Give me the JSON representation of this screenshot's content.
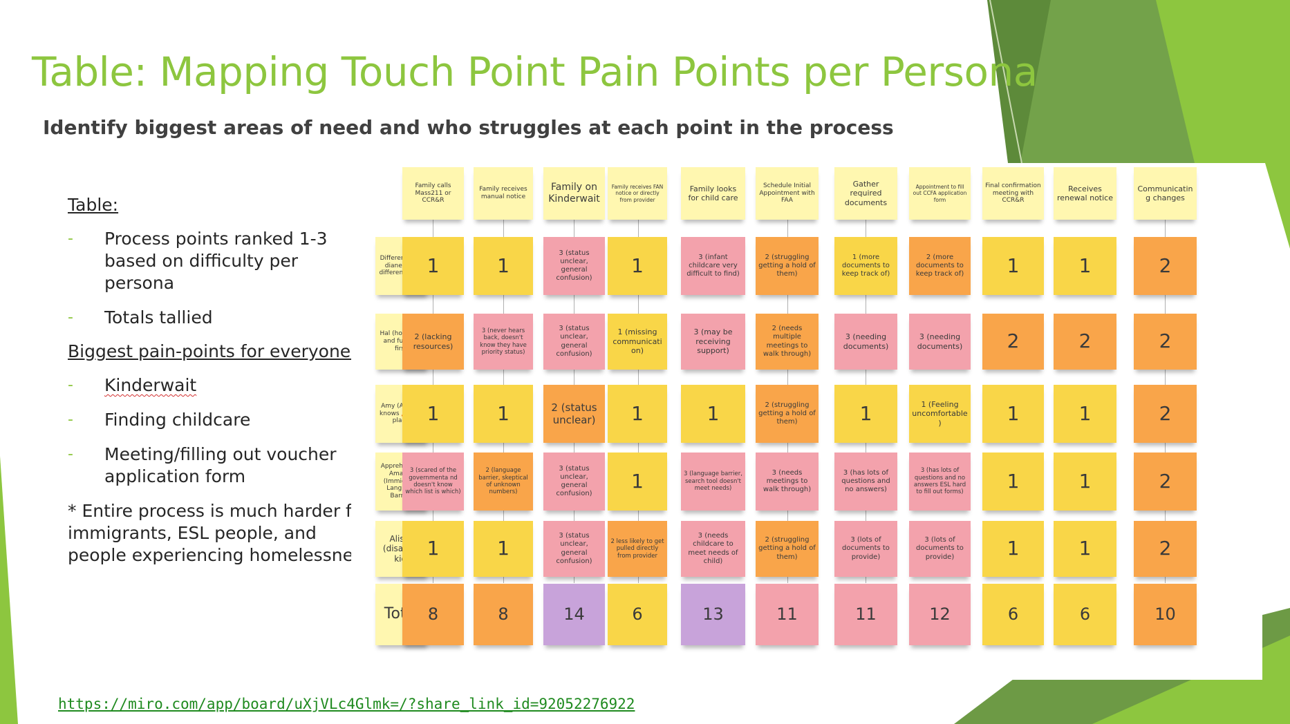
{
  "title": "Table: Mapping Touch Point Pain Points per Persona",
  "subtitle": "Identify biggest areas of need and who struggles at each point in the process",
  "left_panel": {
    "table_heading": "Table:",
    "table_bullets": [
      "Process points ranked 1-3 based on difficulty per persona",
      "Totals tallied"
    ],
    "pain_heading": "Biggest pain-points for everyone:",
    "pain_bullets": [
      "Kinderwait",
      "Finding childcare",
      "Meeting/filling out voucher application form"
    ],
    "note": "* Entire process is much harder for immigrants, ESL people, and people experiencing homelessness"
  },
  "link": "https://miro.com/app/board/uXjVLc4Glmk=/?share_link_id=92052276922",
  "colors": {
    "title_green": "#8dc63f",
    "light_yellow": "#fff7b0",
    "yellow": "#f9d648",
    "orange": "#f9a54a",
    "pink": "#f3a2ac",
    "purple": "#c8a3da",
    "link_green": "#1f8a1f"
  },
  "board": {
    "columns": [
      "Family calls Mass211 or CCR&R",
      "Family receives manual notice",
      "Family on Kinderwait",
      "Family receives FAN notice or directly from provider",
      "Family looks for child care",
      "Schedule Initial Appointment with FAA",
      "Gather required documents",
      "Appointment to fill out CCFA application form",
      "Final confirmation meeting with CCR&R",
      "Receives renewal notice",
      "Communicating changes"
    ],
    "rows": [
      {
        "persona": "Different ages diane (kids different ages)",
        "cells": [
          {
            "text": "1",
            "color": "yellow"
          },
          {
            "text": "1",
            "color": "yellow"
          },
          {
            "text": "3 (status unclear, general confusion)",
            "color": "pink"
          },
          {
            "text": "1",
            "color": "yellow"
          },
          {
            "text": "3 (infant childcare very difficult to find)",
            "color": "pink"
          },
          {
            "text": "2 (struggling getting a hold of them)",
            "color": "orange"
          },
          {
            "text": "1 (more documents to keep track of)",
            "color": "yellow"
          },
          {
            "text": "2 (more documents to keep track of)",
            "color": "orange"
          },
          {
            "text": "1",
            "color": "yellow"
          },
          {
            "text": "1",
            "color": "yellow"
          },
          {
            "text": "2",
            "color": "orange"
          }
        ]
      },
      {
        "persona": "Hal (homeless and funding first)",
        "cells": [
          {
            "text": "2 (lacking resources)",
            "color": "orange"
          },
          {
            "text": "3 (never hears back, doesn't know they have priority status)",
            "color": "pink"
          },
          {
            "text": "3 (status unclear, general confusion)",
            "color": "pink"
          },
          {
            "text": "1 (missing communication)",
            "color": "yellow"
          },
          {
            "text": "3 (may be receiving support)",
            "color": "pink"
          },
          {
            "text": "2 (needs multiple meetings to walk through)",
            "color": "orange"
          },
          {
            "text": "3 (needing documents)",
            "color": "pink"
          },
          {
            "text": "3 (needing documents)",
            "color": "pink"
          },
          {
            "text": "2",
            "color": "orange"
          },
          {
            "text": "2",
            "color": "orange"
          },
          {
            "text": "2",
            "color": "orange"
          }
        ]
      },
      {
        "persona": "Amy (Already knows 🙇 care place)",
        "cells": [
          {
            "text": "1",
            "color": "yellow"
          },
          {
            "text": "1",
            "color": "yellow"
          },
          {
            "text": "2 (status unclear)",
            "color": "orange"
          },
          {
            "text": "1",
            "color": "yellow"
          },
          {
            "text": "1",
            "color": "yellow"
          },
          {
            "text": "2 (struggling getting a hold of them)",
            "color": "orange"
          },
          {
            "text": "1",
            "color": "yellow"
          },
          {
            "text": "1 (Feeling uncomfortable)",
            "color": "yellow"
          },
          {
            "text": "1",
            "color": "yellow"
          },
          {
            "text": "1",
            "color": "yellow"
          },
          {
            "text": "2",
            "color": "orange"
          }
        ]
      },
      {
        "persona": "Apprehensive Amanda (Immigrant/ Language Barrier)",
        "cells": [
          {
            "text": "3 (scared of the governmenta nd doesn't know which list is which)",
            "color": "pink"
          },
          {
            "text": "2 (language barrier, skeptical of unknown numbers)",
            "color": "orange"
          },
          {
            "text": "3 (status unclear, general confusion)",
            "color": "pink"
          },
          {
            "text": "1",
            "color": "yellow"
          },
          {
            "text": "3 (language barrier, search tool doesn't meet needs)",
            "color": "pink"
          },
          {
            "text": "3 (needs meetings to walk through)",
            "color": "pink"
          },
          {
            "text": "3 (has lots of questions and no answers)",
            "color": "pink"
          },
          {
            "text": "3 (has lots of questions and no answers ESL hard to fill out forms)",
            "color": "pink"
          },
          {
            "text": "1",
            "color": "yellow"
          },
          {
            "text": "1",
            "color": "yellow"
          },
          {
            "text": "2",
            "color": "orange"
          }
        ]
      },
      {
        "persona": "Alison (disabled kid)",
        "cells": [
          {
            "text": "1",
            "color": "yellow"
          },
          {
            "text": "1",
            "color": "yellow"
          },
          {
            "text": "3 (status unclear, general confusion)",
            "color": "pink"
          },
          {
            "text": "2 less likely to get pulled directly from provider",
            "color": "orange"
          },
          {
            "text": "3 (needs childcare to meet needs of child)",
            "color": "pink"
          },
          {
            "text": "2 (struggling getting a hold of them)",
            "color": "orange"
          },
          {
            "text": "3 (lots of documents to provide)",
            "color": "pink"
          },
          {
            "text": "3 (lots of documents to provide)",
            "color": "pink"
          },
          {
            "text": "1",
            "color": "yellow"
          },
          {
            "text": "1",
            "color": "yellow"
          },
          {
            "text": "2",
            "color": "orange"
          }
        ]
      }
    ],
    "total_label": "Total",
    "totals": [
      {
        "text": "8",
        "color": "orange"
      },
      {
        "text": "8",
        "color": "orange"
      },
      {
        "text": "14",
        "color": "purple"
      },
      {
        "text": "6",
        "color": "yellow"
      },
      {
        "text": "13",
        "color": "purple"
      },
      {
        "text": "11",
        "color": "pink"
      },
      {
        "text": "11",
        "color": "pink"
      },
      {
        "text": "12",
        "color": "pink"
      },
      {
        "text": "6",
        "color": "yellow"
      },
      {
        "text": "6",
        "color": "yellow"
      },
      {
        "text": "10",
        "color": "orange"
      }
    ]
  }
}
